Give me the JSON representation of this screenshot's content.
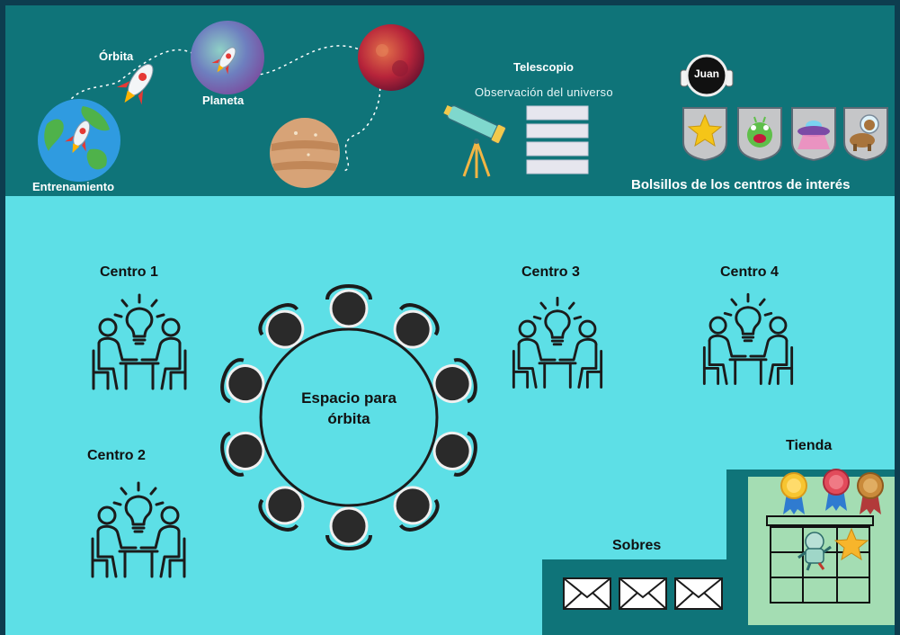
{
  "header": {
    "orbit_label": "Órbita",
    "planet_label": "Planeta",
    "training_label": "Entrenamiento",
    "telescope_title": "Telescopio",
    "telescope_subtitle": "Observación del universo",
    "avatar_name": "Juan",
    "pockets_label": "Bolsillos de los centros de interés"
  },
  "centers": {
    "c1": "Centro 1",
    "c2": "Centro 2",
    "c3": "Centro 3",
    "c4": "Centro 4"
  },
  "orbit_space": {
    "line1": "Espacio para",
    "line2": "órbita"
  },
  "shop": {
    "title": "Tienda"
  },
  "envelopes": {
    "title": "Sobres"
  },
  "colors": {
    "top_band": "#0f7479",
    "background": "#5ddfe6",
    "store_panel": "#a4ddb3",
    "badge_shield": "#c5c6c8"
  }
}
